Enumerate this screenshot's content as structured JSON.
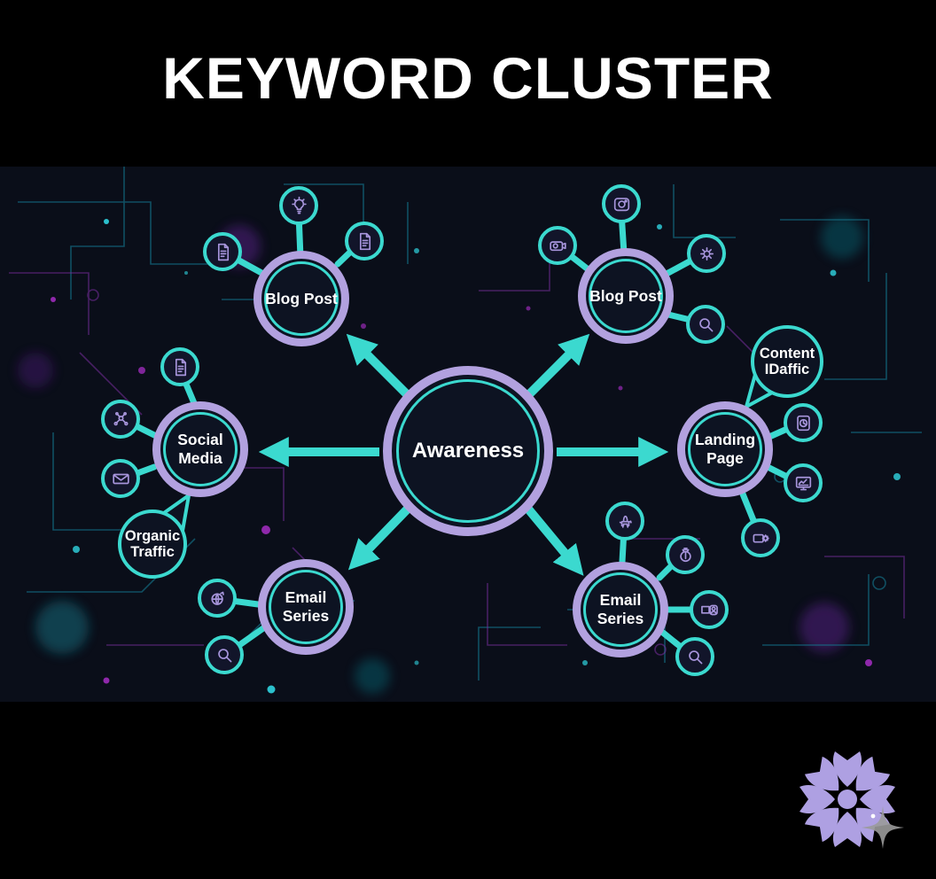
{
  "title": "KEYWORD CLUSTER",
  "center": {
    "label": "Awareness"
  },
  "nodes": [
    {
      "id": "blog-post-top-left",
      "label": "Blog Post",
      "satellites": [
        "lightbulb-icon",
        "document-icon",
        "document-icon"
      ]
    },
    {
      "id": "blog-post-top-right",
      "label": "Blog Post",
      "satellites": [
        "photo-camera-icon",
        "video-camera-icon",
        "gear-icon",
        "magnifier-icon"
      ]
    },
    {
      "id": "social-media",
      "label": "Social Media",
      "satellites": [
        "document-icon",
        "share-network-icon",
        "envelope-icon"
      ]
    },
    {
      "id": "landing-page",
      "label": "Landing Page",
      "satellites": [
        "clock-icon",
        "monitor-chart-icon",
        "device-gear-icon"
      ]
    },
    {
      "id": "email-series-bottom-left",
      "label": "Email Series",
      "satellites": [
        "globe-flag-icon",
        "magnifier-icon"
      ]
    },
    {
      "id": "email-series-bottom-right",
      "label": "Email Series",
      "satellites": [
        "pinata-icon",
        "money-bag-icon",
        "video-chat-icon",
        "magnifier-icon"
      ]
    }
  ],
  "bubbles": [
    {
      "id": "content-traffic",
      "label": "Content IDaffic"
    },
    {
      "id": "organic-traffic",
      "label": "Organic Traffic"
    }
  ],
  "logo": {
    "name": "flower-logo"
  },
  "colors": {
    "teal": "#3BD9CF",
    "lavender": "#B2A1DF",
    "icon_purple": "#A795DC",
    "node_fill": "#0D1322",
    "band_bg": "#0A0E19",
    "background": "#000000",
    "text": "#FFFFFF",
    "sparkle_gray": "#9A9A9A"
  }
}
